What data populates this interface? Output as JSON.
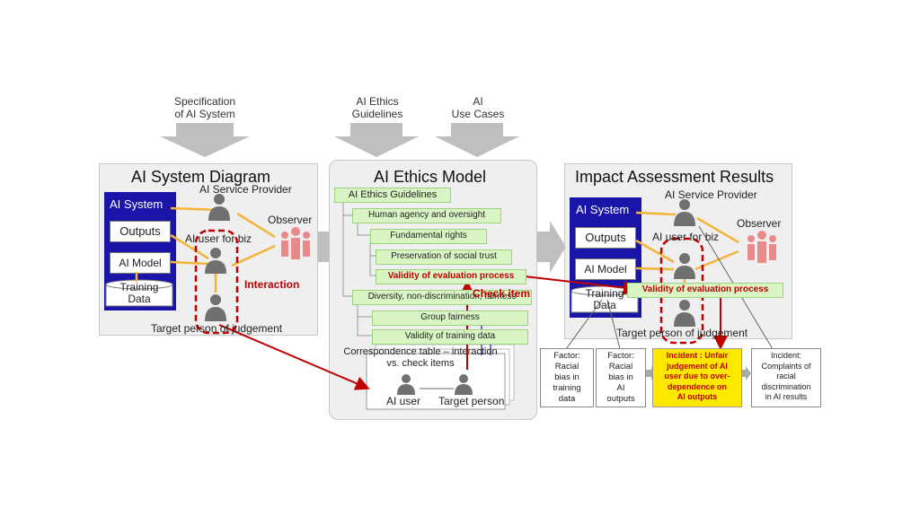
{
  "inputs": {
    "spec": "Specification\nof AI System",
    "guidelines": "AI Ethics\nGuidelines",
    "usecases": "AI\nUse Cases"
  },
  "left": {
    "title": "AI System Diagram",
    "ai_system": "AI System",
    "outputs": "Outputs",
    "ai_model": "AI Model",
    "training_data": "Training\nData",
    "provider": "AI Service Provider",
    "observer": "Observer",
    "user": "AI user for biz",
    "interaction": "Interaction",
    "target": "Target person of judgement"
  },
  "middle": {
    "title": "AI Ethics Model",
    "items": [
      "AI Ethics Guidelines",
      "Human agency and oversight",
      "Fundamental rights",
      "Preservation of social trust",
      "Validity of evaluation process",
      "Diversity, non-discrimination, fairness",
      "Group fairness",
      "Validity of training data"
    ],
    "check_item": "Check item",
    "table_title": "Correspondence table – interaction\nvs. check items",
    "ai_user": "AI user",
    "target_person": "Target person"
  },
  "right": {
    "title": "Impact Assessment Results",
    "ai_system": "AI System",
    "outputs": "Outputs",
    "ai_model": "AI Model",
    "training_data": "Training\nData",
    "provider": "AI Service Provider",
    "observer": "Observer",
    "user": "AI user for biz",
    "validity": "Validity of evaluation process",
    "target": "Target person of judgement",
    "factor1": "Factor:\nRacial\nbias in\ntraining\ndata",
    "factor2": "Factor:\nRacial\nbias in\nAI\noutputs",
    "incident1": "Incident : Unfair\njudgement of AI\nuser due to over-\ndependence on\nAI outputs",
    "incident2": "Incident:\nComplaints of\nracial\ndiscrimination\nin AI results"
  },
  "colors": {
    "blue": "#1a14a8",
    "red": "#c00000",
    "green_fill": "#d9f5c4",
    "yellow": "#ffe800",
    "orange": "#f2b53a"
  }
}
